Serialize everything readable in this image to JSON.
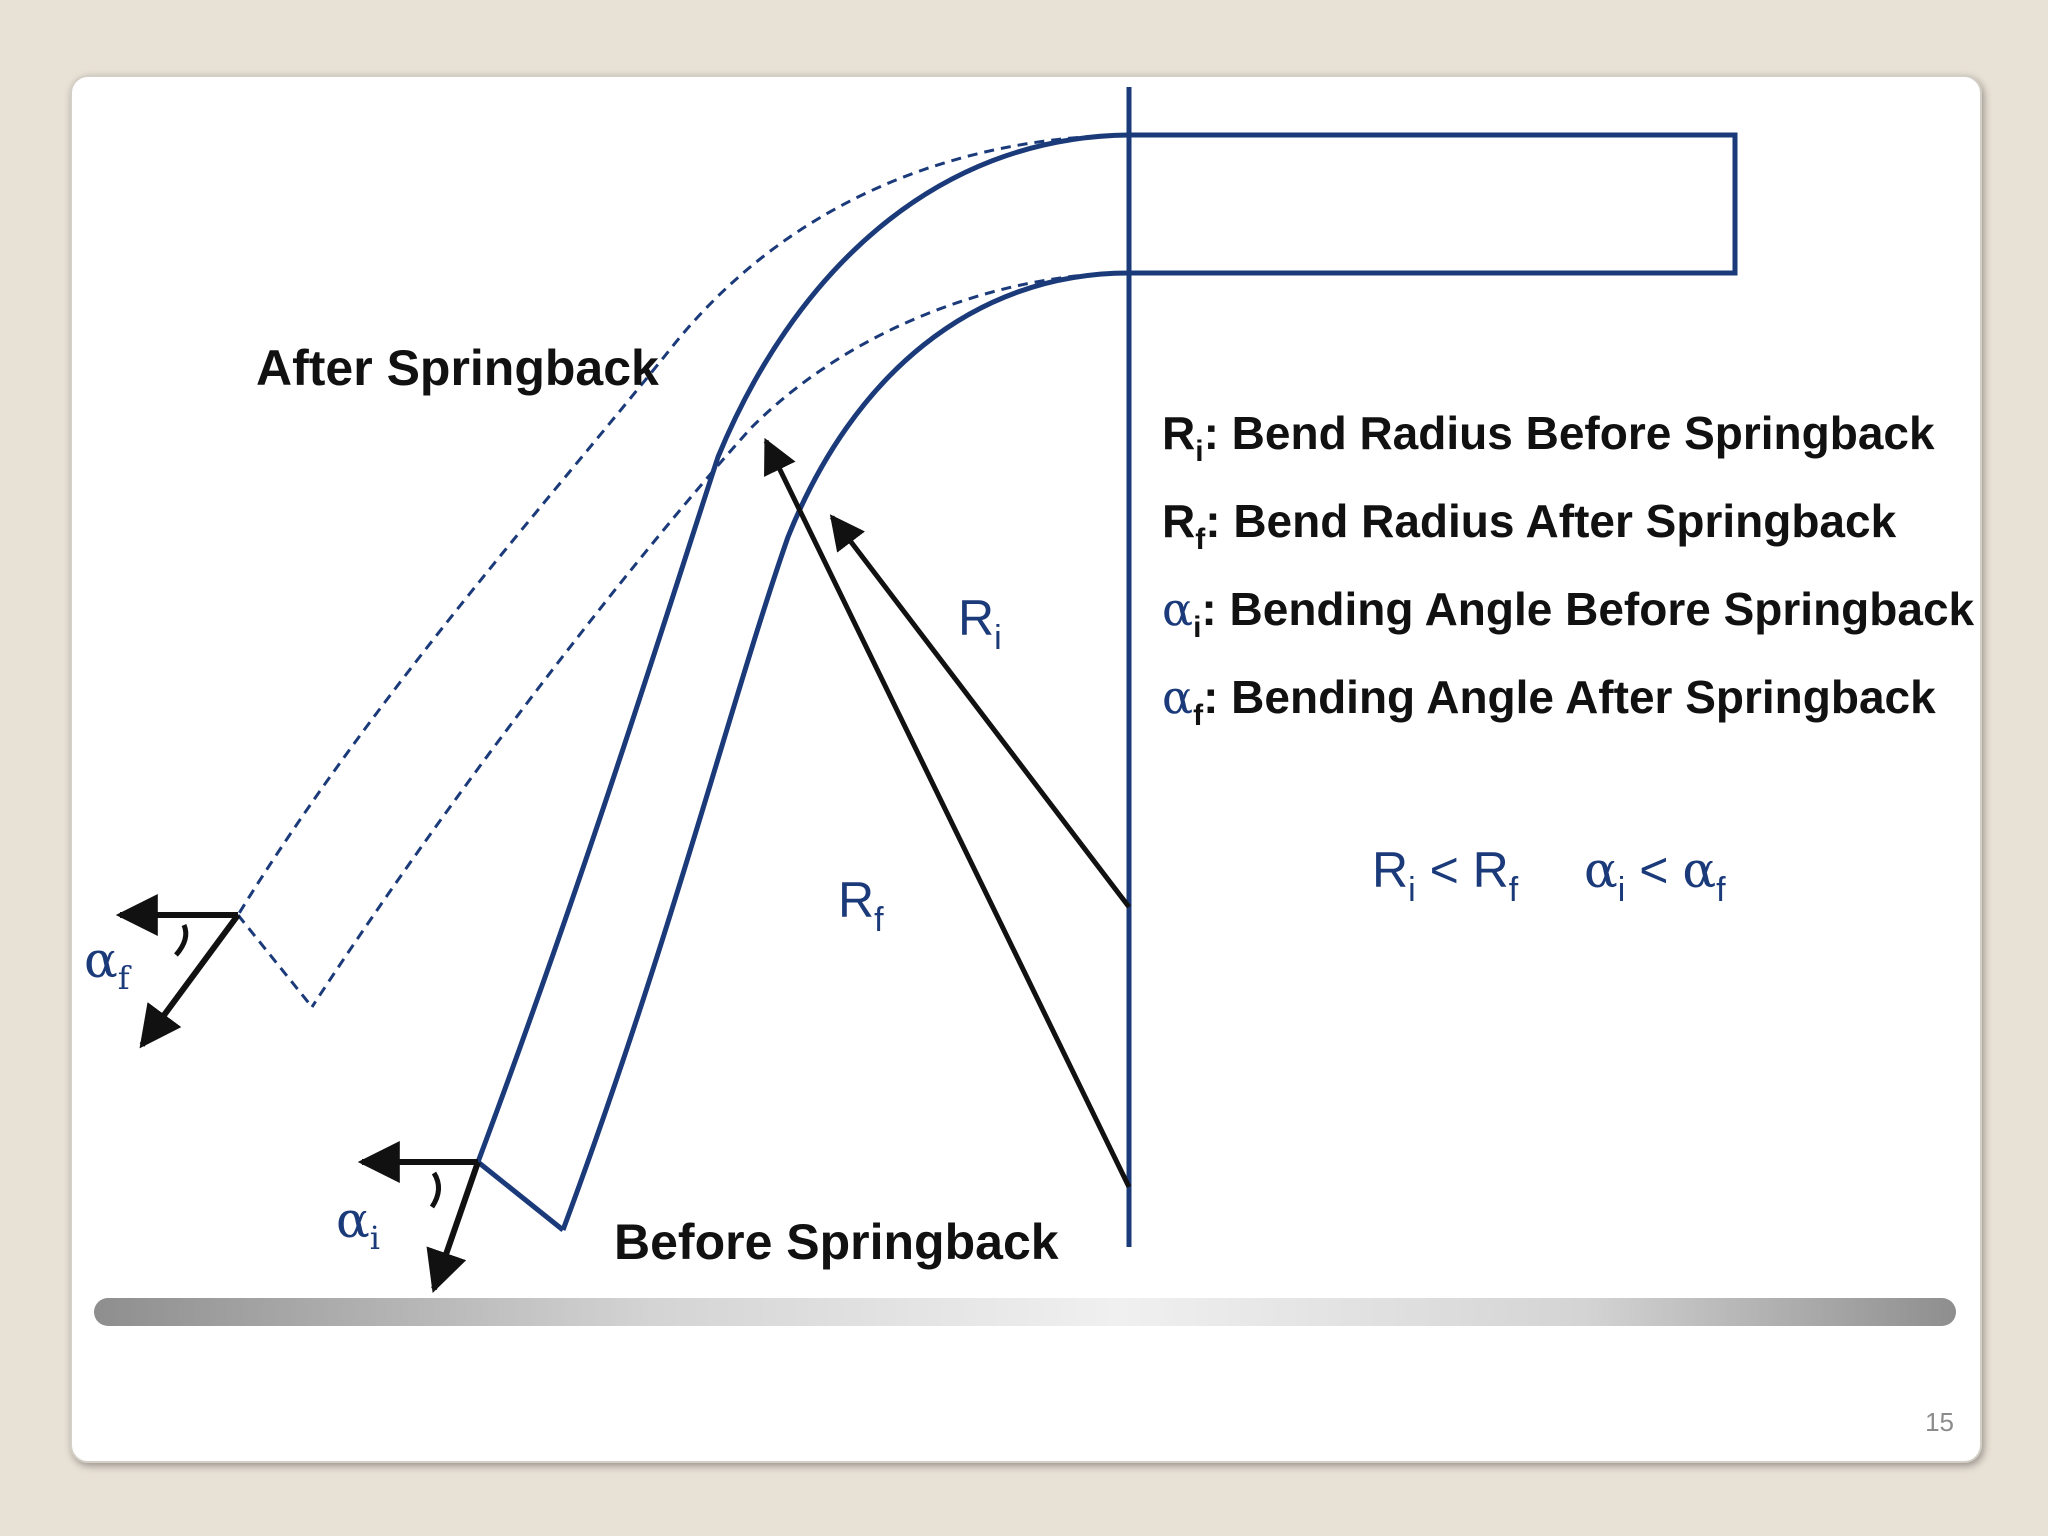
{
  "labels": {
    "after_springback": "After Springback",
    "before_springback": "Before Springback"
  },
  "legend": [
    {
      "sym": "R",
      "sub": "i",
      "text": ": Bend Radius Before Springback"
    },
    {
      "sym": "R",
      "sub": "f",
      "text": ": Bend Radius After Springback"
    },
    {
      "sym": "α",
      "sub": "i",
      "text": ": Bending Angle Before Springback"
    },
    {
      "sym": "α",
      "sub": "f",
      "text": ": Bending Angle After Springback"
    }
  ],
  "radius_labels": {
    "ri": {
      "sym": "R",
      "sub": "i"
    },
    "rf": {
      "sym": "R",
      "sub": "f"
    }
  },
  "angle_labels": {
    "af": {
      "sym": "α",
      "sub": "f"
    },
    "ai": {
      "sym": "α",
      "sub": "i"
    }
  },
  "relations": {
    "radius": {
      "a": "R",
      "a_sub": "i",
      "op": " < ",
      "b": "R",
      "b_sub": "f"
    },
    "angle": {
      "a": "α",
      "a_sub": "i",
      "op": " < ",
      "b": "α",
      "b_sub": "f"
    }
  },
  "slide_number": "15",
  "colors": {
    "diagram_blue": "#1b3a7a",
    "arrow_black": "#111111",
    "background": "#e8e1d6"
  }
}
